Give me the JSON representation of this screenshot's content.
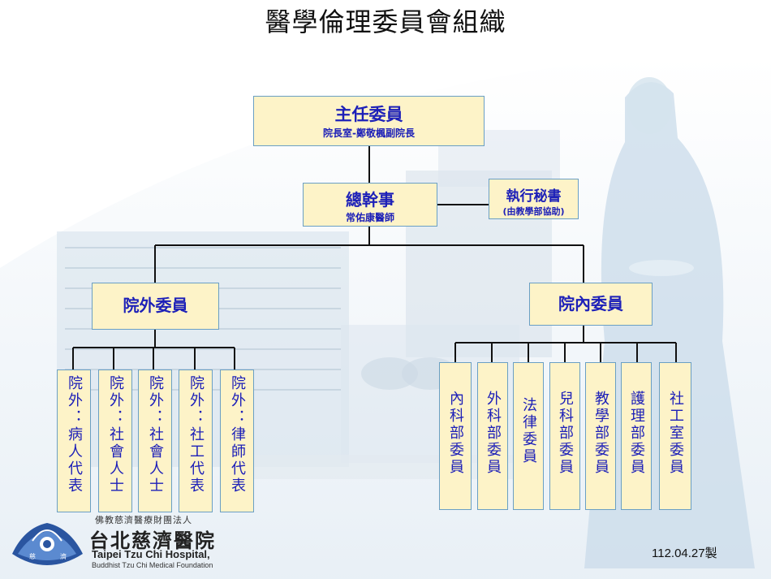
{
  "title": "醫學倫理委員會組織",
  "director": {
    "title": "主任委員",
    "subtitle": "院長室-鄭敬楓副院長"
  },
  "secretary_general": {
    "title": "總幹事",
    "subtitle": "常佑康醫師"
  },
  "executive_secretary": {
    "title": "執行秘書",
    "subtitle": "(由教學部協助)"
  },
  "external": {
    "title": "院外委員",
    "members": [
      "院外：病人代表",
      "院外：社會人士",
      "院外：社會人士",
      "院外：社工代表",
      "院外：律師代表"
    ]
  },
  "internal": {
    "title": "院內委員",
    "members": [
      "內科部委員",
      "外科部委員",
      "法律委員",
      "兒科部委員",
      "教學部委員",
      "護理部委員",
      "社工室委員"
    ]
  },
  "logo": {
    "org_line": "佛教慈濟醫療財團法人",
    "chinese_name": "台北慈濟醫院",
    "english_name": "Taipei Tzu Chi Hospital,",
    "english_sub": "Buddhist Tzu Chi Medical Foundation"
  },
  "footer_date": "112.04.27製"
}
